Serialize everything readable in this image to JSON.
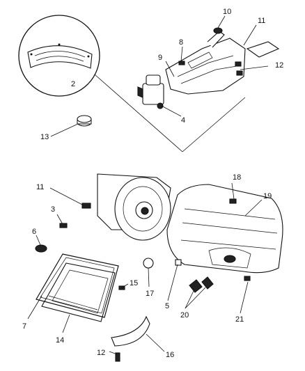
{
  "callouts": {
    "c2": "2",
    "c3": "3",
    "c4": "4",
    "c5": "5",
    "c6": "6",
    "c7": "7",
    "c8": "8",
    "c9": "9",
    "c10": "10",
    "c11a": "11",
    "c11b": "11",
    "c12a": "12",
    "c12b": "12",
    "c13": "13",
    "c14": "14",
    "c15": "15",
    "c16": "16",
    "c17": "17",
    "c18": "18",
    "c19": "19",
    "c20": "20",
    "c21": "21"
  }
}
